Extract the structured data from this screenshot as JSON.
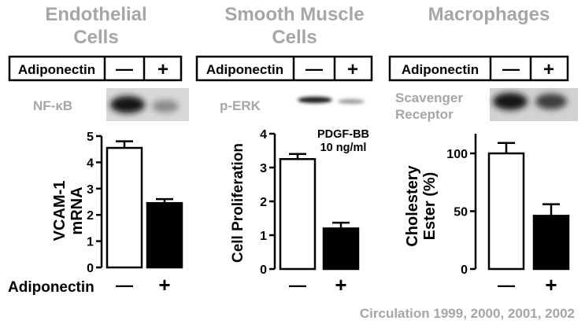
{
  "panels": [
    {
      "title_lines": [
        "Endothelial",
        "Cells"
      ],
      "header": {
        "label": "Adiponectin",
        "minus": "—",
        "plus": "+"
      },
      "blot_label_lines": [
        "NF-κB"
      ],
      "ylabel_lines": [
        "VCAM-1",
        "mRNA"
      ],
      "x_axis_label": "Adiponectin"
    },
    {
      "title_lines": [
        "Smooth Muscle",
        "Cells"
      ],
      "header": {
        "label": "Adiponectin",
        "minus": "—",
        "plus": "+"
      },
      "blot_label_lines": [
        "p-ERK"
      ],
      "ylabel_lines": [
        "Cell Proliferation"
      ],
      "annotation_lines": [
        "PDGF-BB",
        "10 ng/ml"
      ],
      "x_axis_label": ""
    },
    {
      "title_lines": [
        "Macrophages"
      ],
      "header": {
        "label": "Adiponectin",
        "minus": "—",
        "plus": "+"
      },
      "blot_label_lines": [
        "Scavenger",
        "Receptor"
      ],
      "ylabel_lines": [
        "Cholestery",
        "Ester (%)"
      ],
      "x_axis_label": ""
    }
  ],
  "citation": "Circulation 1999, 2000, 2001, 2002",
  "colors": {
    "title_gray": "#a6a6a6",
    "bar_control": "#ffffff",
    "bar_treated": "#000000"
  },
  "chart_data": [
    {
      "type": "bar",
      "categories": [
        "—",
        "+"
      ],
      "values": [
        4.55,
        2.45
      ],
      "errors": [
        0.25,
        0.15
      ],
      "xlabel": "Adiponectin",
      "ylabel": "VCAM-1 mRNA",
      "ylim": [
        0,
        5
      ],
      "yticks": [
        0,
        1,
        2,
        3,
        4,
        5
      ],
      "bar_colors": [
        "#ffffff",
        "#000000"
      ]
    },
    {
      "type": "bar",
      "categories": [
        "—",
        "+"
      ],
      "values": [
        3.25,
        1.2
      ],
      "errors": [
        0.15,
        0.17
      ],
      "xlabel": "",
      "ylabel": "Cell Proliferation",
      "ylim": [
        0,
        4
      ],
      "yticks": [
        0,
        1,
        2,
        3,
        4
      ],
      "bar_colors": [
        "#ffffff",
        "#000000"
      ]
    },
    {
      "type": "bar",
      "categories": [
        "—",
        "+"
      ],
      "values": [
        100,
        46
      ],
      "errors": [
        9,
        10
      ],
      "xlabel": "",
      "ylabel": "Cholestery Ester (%)",
      "ylim": [
        0,
        120
      ],
      "yticks": [
        0,
        50,
        100
      ],
      "bar_colors": [
        "#ffffff",
        "#000000"
      ]
    }
  ]
}
